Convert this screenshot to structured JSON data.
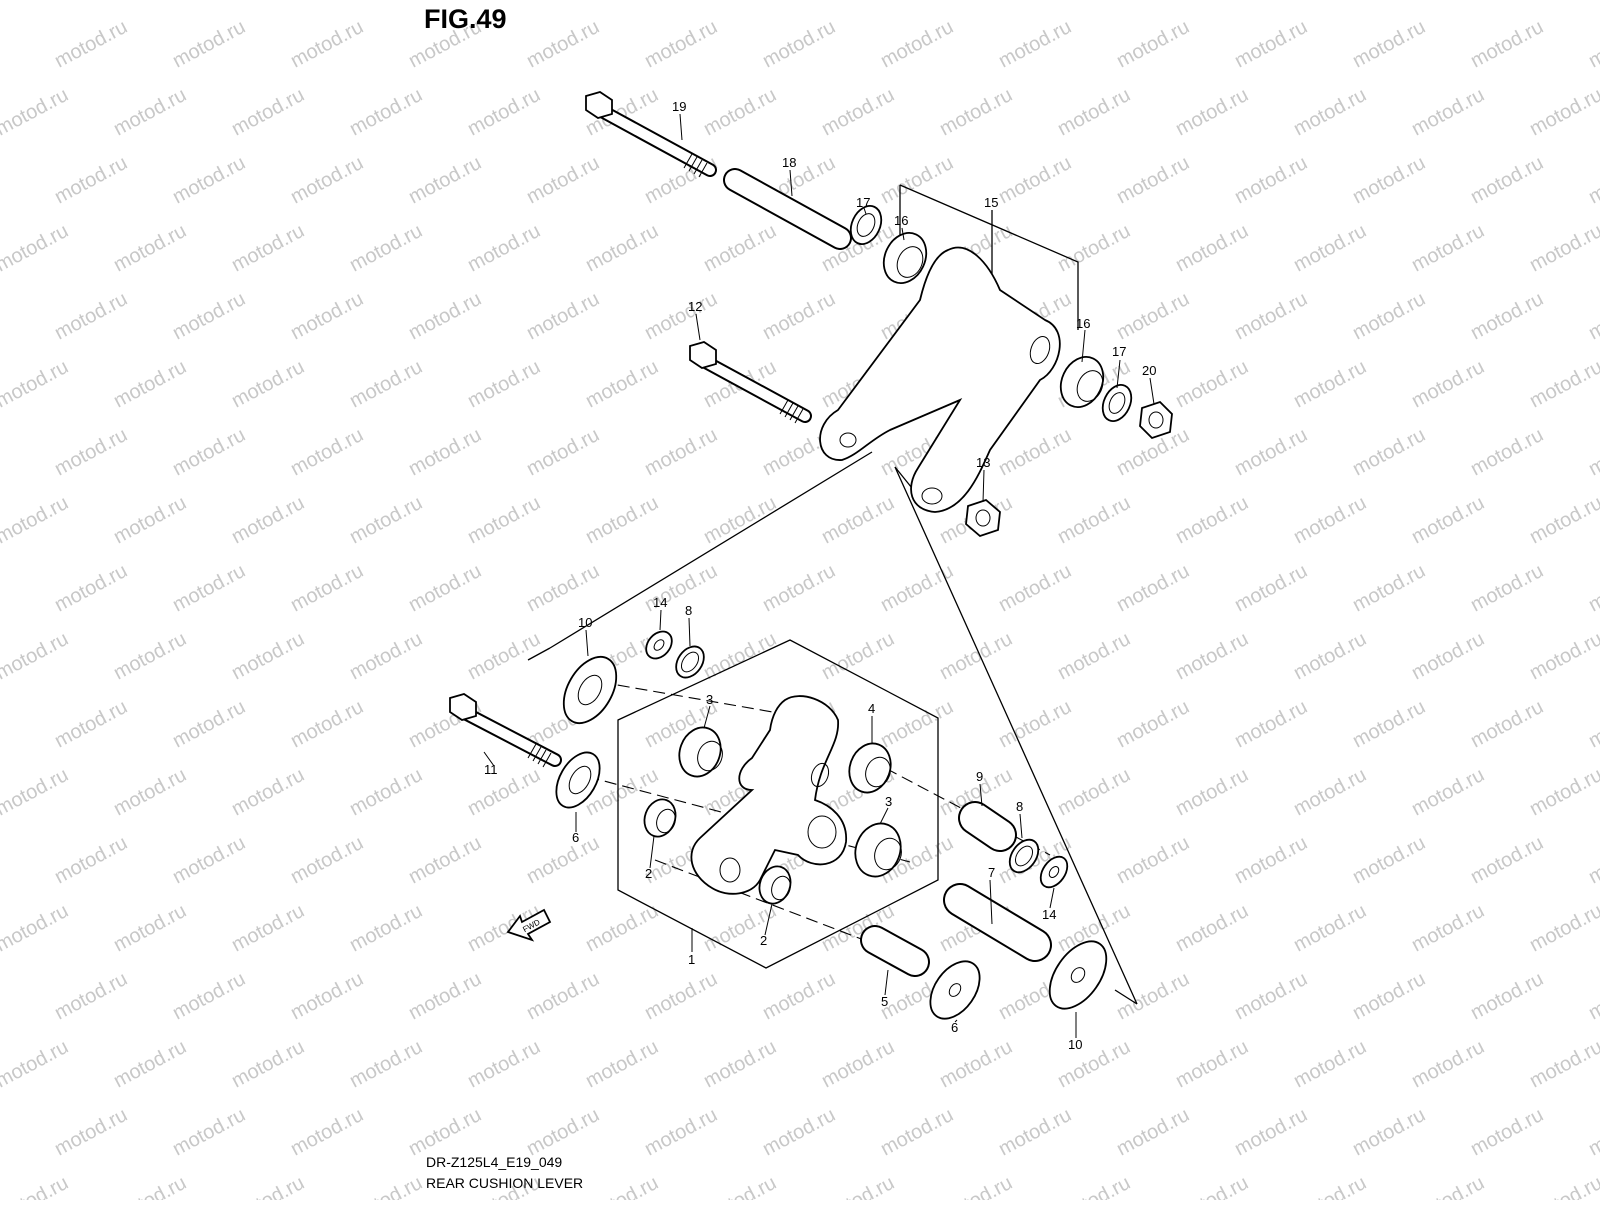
{
  "figure": {
    "title": "FIG.49",
    "model_code": "DR-Z125L4_E19_049",
    "caption": "REAR CUSHION LEVER",
    "fwd_label": "FWD"
  },
  "watermark": {
    "text": "motod.ru",
    "color": "#c8c8c8"
  },
  "callouts": [
    {
      "id": "c19",
      "text": "19"
    },
    {
      "id": "c18",
      "text": "18"
    },
    {
      "id": "c17a",
      "text": "17"
    },
    {
      "id": "c16a",
      "text": "16"
    },
    {
      "id": "c15",
      "text": "15"
    },
    {
      "id": "c16b",
      "text": "16"
    },
    {
      "id": "c17b",
      "text": "17"
    },
    {
      "id": "c20",
      "text": "20"
    },
    {
      "id": "c12",
      "text": "12"
    },
    {
      "id": "c13",
      "text": "13"
    },
    {
      "id": "c14a",
      "text": "14"
    },
    {
      "id": "c8a",
      "text": "8"
    },
    {
      "id": "c10a",
      "text": "10"
    },
    {
      "id": "c3a",
      "text": "3"
    },
    {
      "id": "c4",
      "text": "4"
    },
    {
      "id": "c11",
      "text": "11"
    },
    {
      "id": "c6a",
      "text": "6"
    },
    {
      "id": "c2a",
      "text": "2"
    },
    {
      "id": "c3b",
      "text": "3"
    },
    {
      "id": "c9",
      "text": "9"
    },
    {
      "id": "c8b",
      "text": "8"
    },
    {
      "id": "c7",
      "text": "7"
    },
    {
      "id": "c14b",
      "text": "14"
    },
    {
      "id": "c2b",
      "text": "2"
    },
    {
      "id": "c1",
      "text": "1"
    },
    {
      "id": "c5",
      "text": "5"
    },
    {
      "id": "c6b",
      "text": "6"
    },
    {
      "id": "c10b",
      "text": "10"
    }
  ]
}
